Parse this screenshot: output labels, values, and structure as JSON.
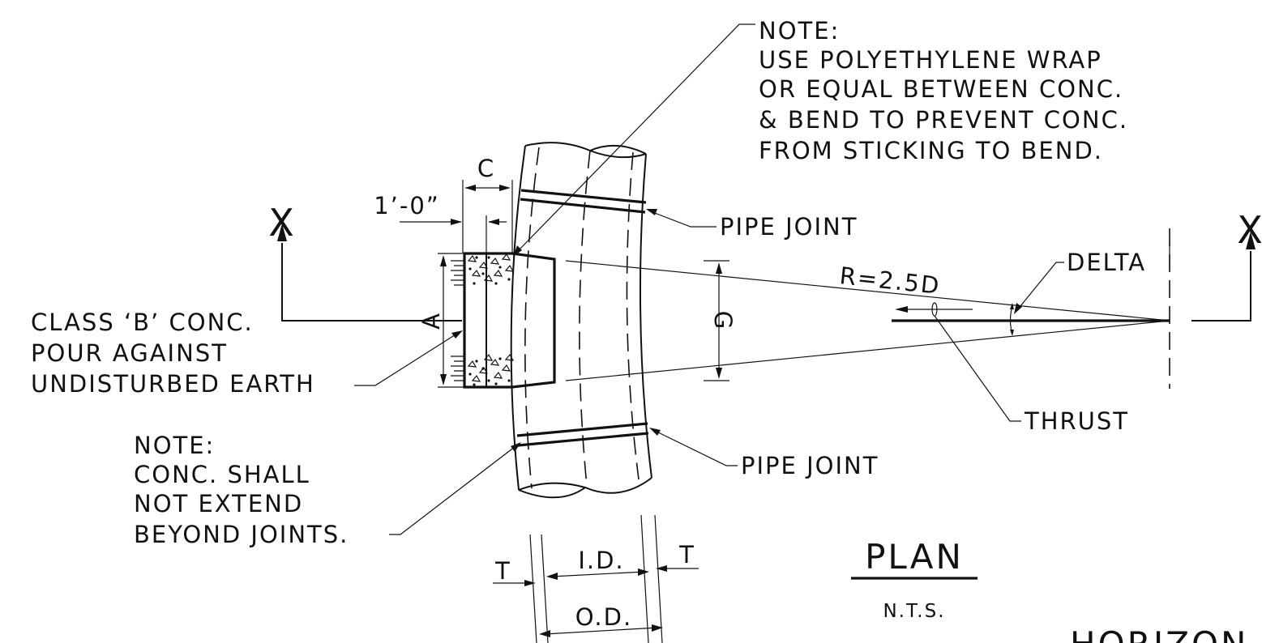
{
  "notes": {
    "top_note": [
      "NOTE:",
      "USE POLYETHYLENE WRAP",
      "OR EQUAL BETWEEN CONC.",
      "& BEND TO PREVENT CONC.",
      "FROM STICKING TO BEND."
    ],
    "left_note": [
      "CLASS ‘B’ CONC.",
      "POUR AGAINST",
      "UNDISTURBED EARTH"
    ],
    "bottom_note": [
      "NOTE:",
      "CONC. SHALL",
      "NOT EXTEND",
      "BEYOND JOINTS."
    ]
  },
  "labels": {
    "pipe_joint_top": "PIPE JOINT",
    "pipe_joint_bottom": "PIPE JOINT",
    "delta": "DELTA",
    "thrust": "THRUST",
    "radius": "R=2.5D",
    "section_left": "X",
    "section_right": "X"
  },
  "dimensions": {
    "c": "C",
    "one_foot": "1’-0”",
    "a": "A",
    "g": "G",
    "t_left": "T",
    "t_right": "T",
    "id": "I.D.",
    "od": "O.D."
  },
  "title": {
    "main": "PLAN",
    "sub": "N.T.S.",
    "cut_off": "HORIZON"
  }
}
